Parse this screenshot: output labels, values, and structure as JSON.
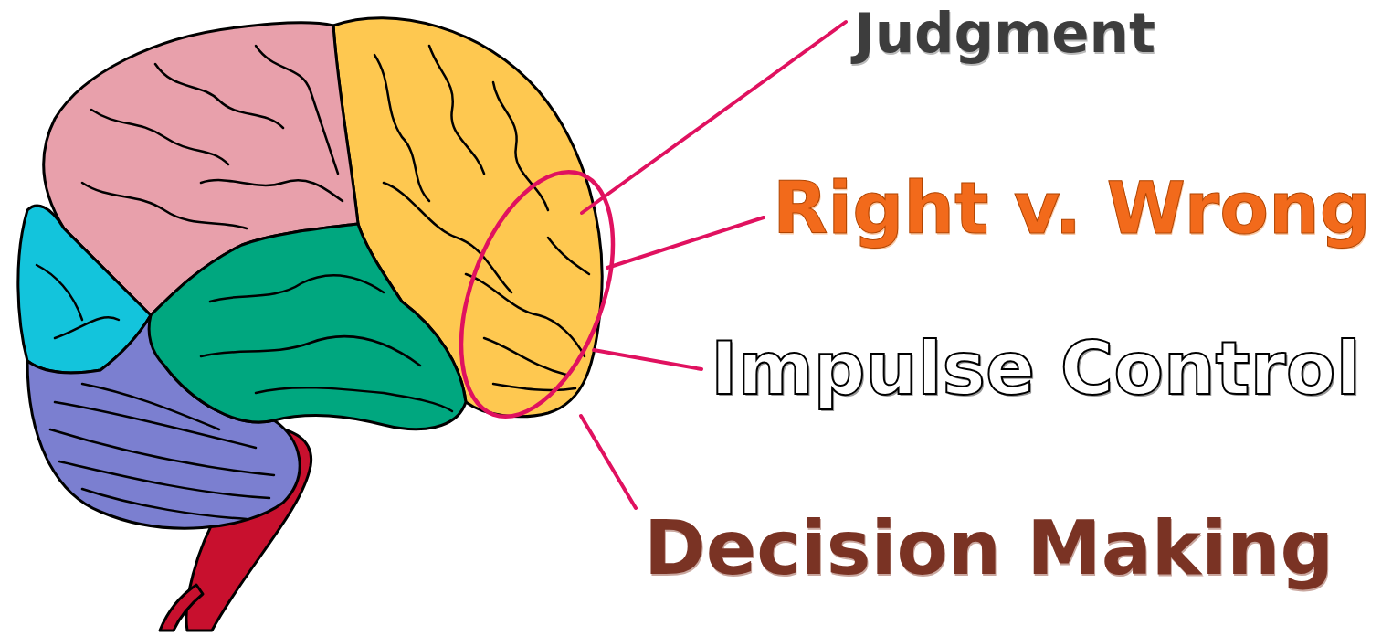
{
  "diagram": {
    "labels": [
      "Judgment",
      "Right v. Wrong",
      "Impulse Control",
      "Decision Making"
    ]
  }
}
